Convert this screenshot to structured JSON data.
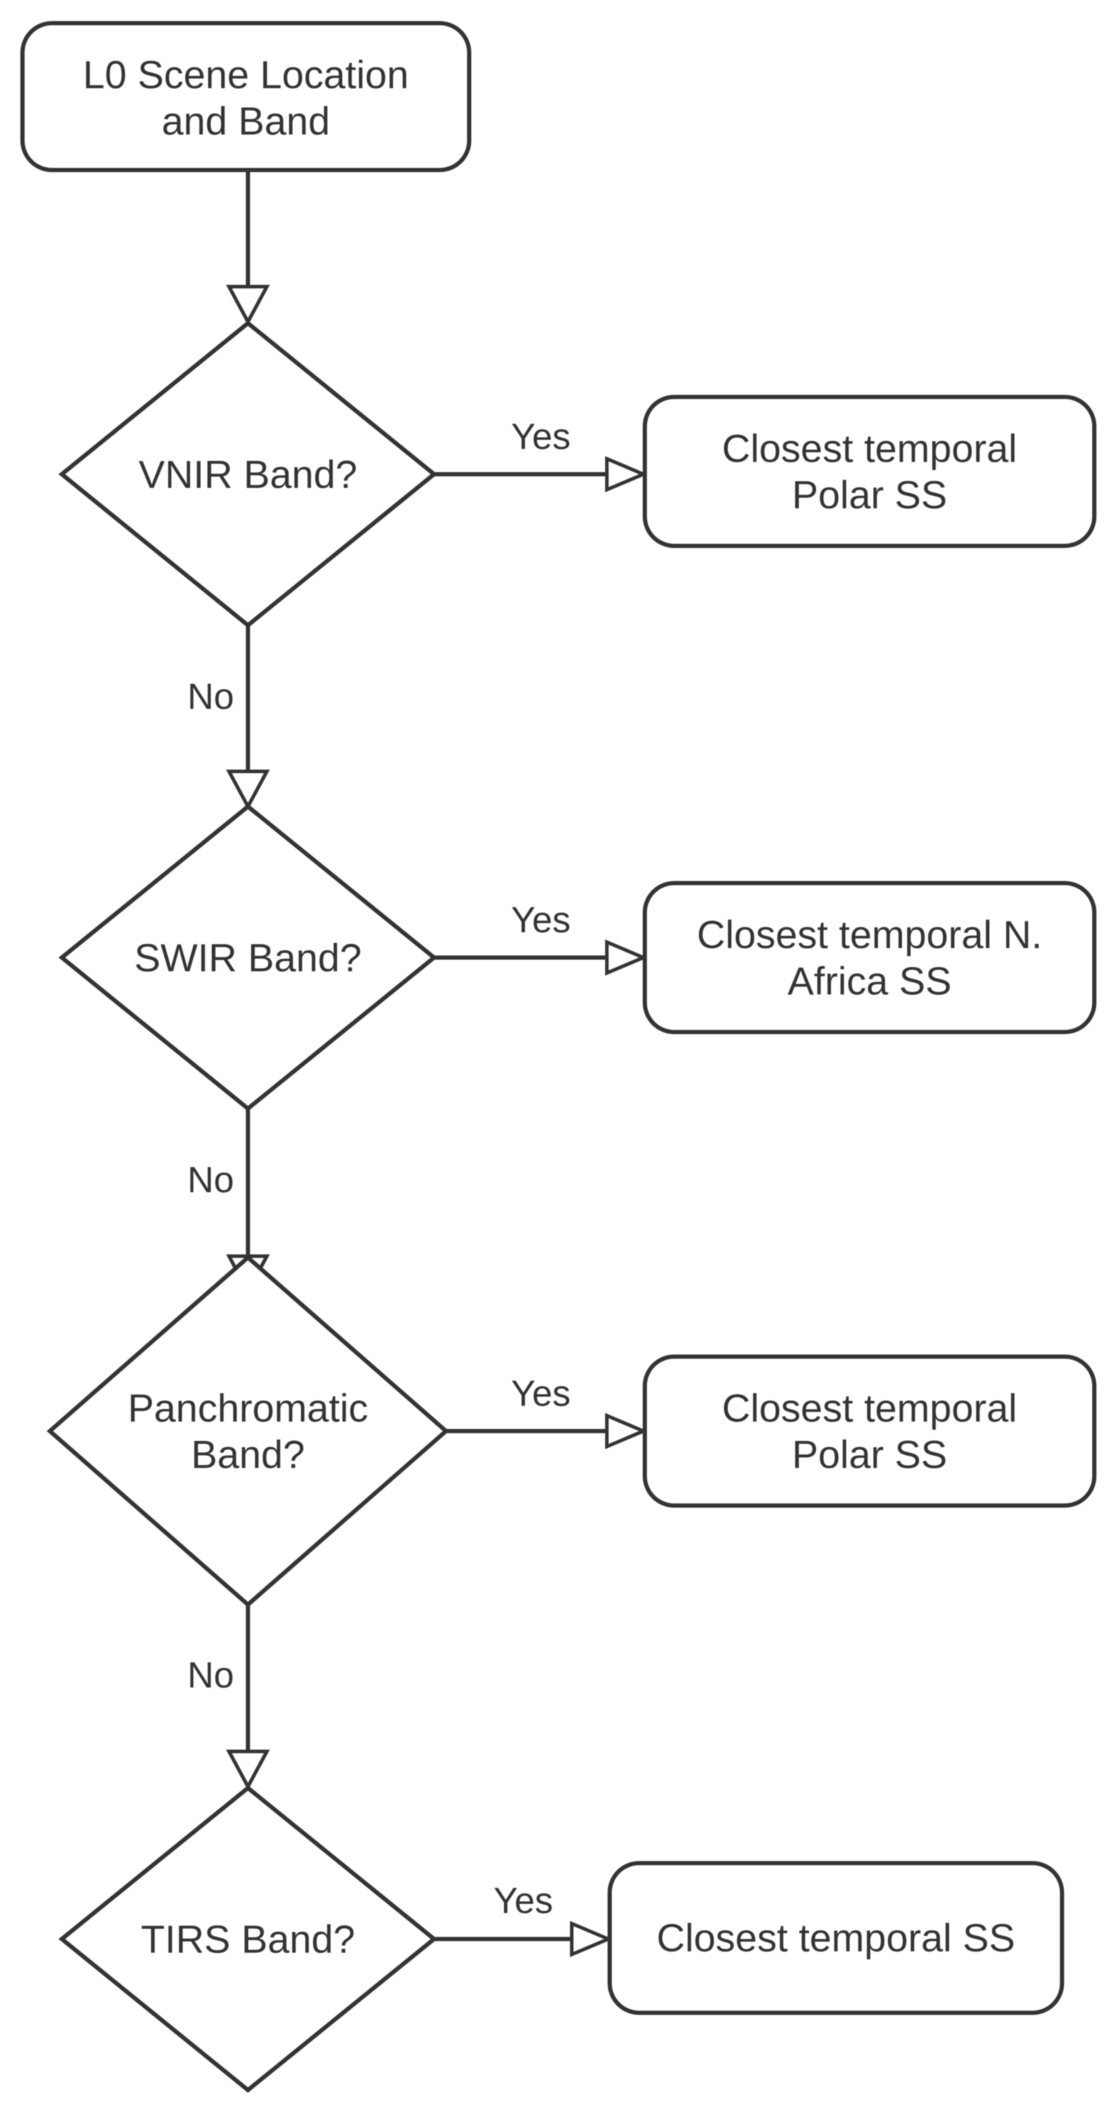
{
  "flowchart": {
    "description": "L0 scene band decision flowchart",
    "colors": {
      "stroke": "#333333",
      "text": "#333333",
      "background": "#ffffff"
    },
    "start": {
      "line1": "L0 Scene Location",
      "line2": "and Band"
    },
    "decisions": [
      {
        "question": "VNIR Band?",
        "yes": "Yes",
        "no": "No",
        "result": {
          "line1": "Closest temporal",
          "line2": "Polar SS"
        }
      },
      {
        "question": "SWIR Band?",
        "yes": "Yes",
        "no": "No",
        "result": {
          "line1": "Closest temporal N.",
          "line2": "Africa SS"
        }
      },
      {
        "question": {
          "line1": "Panchromatic",
          "line2": "Band?"
        },
        "yes": "Yes",
        "no": "No",
        "result": {
          "line1": "Closest temporal",
          "line2": "Polar SS"
        }
      },
      {
        "question": "TIRS Band?",
        "yes": "Yes",
        "result": "Closest temporal SS"
      }
    ]
  }
}
